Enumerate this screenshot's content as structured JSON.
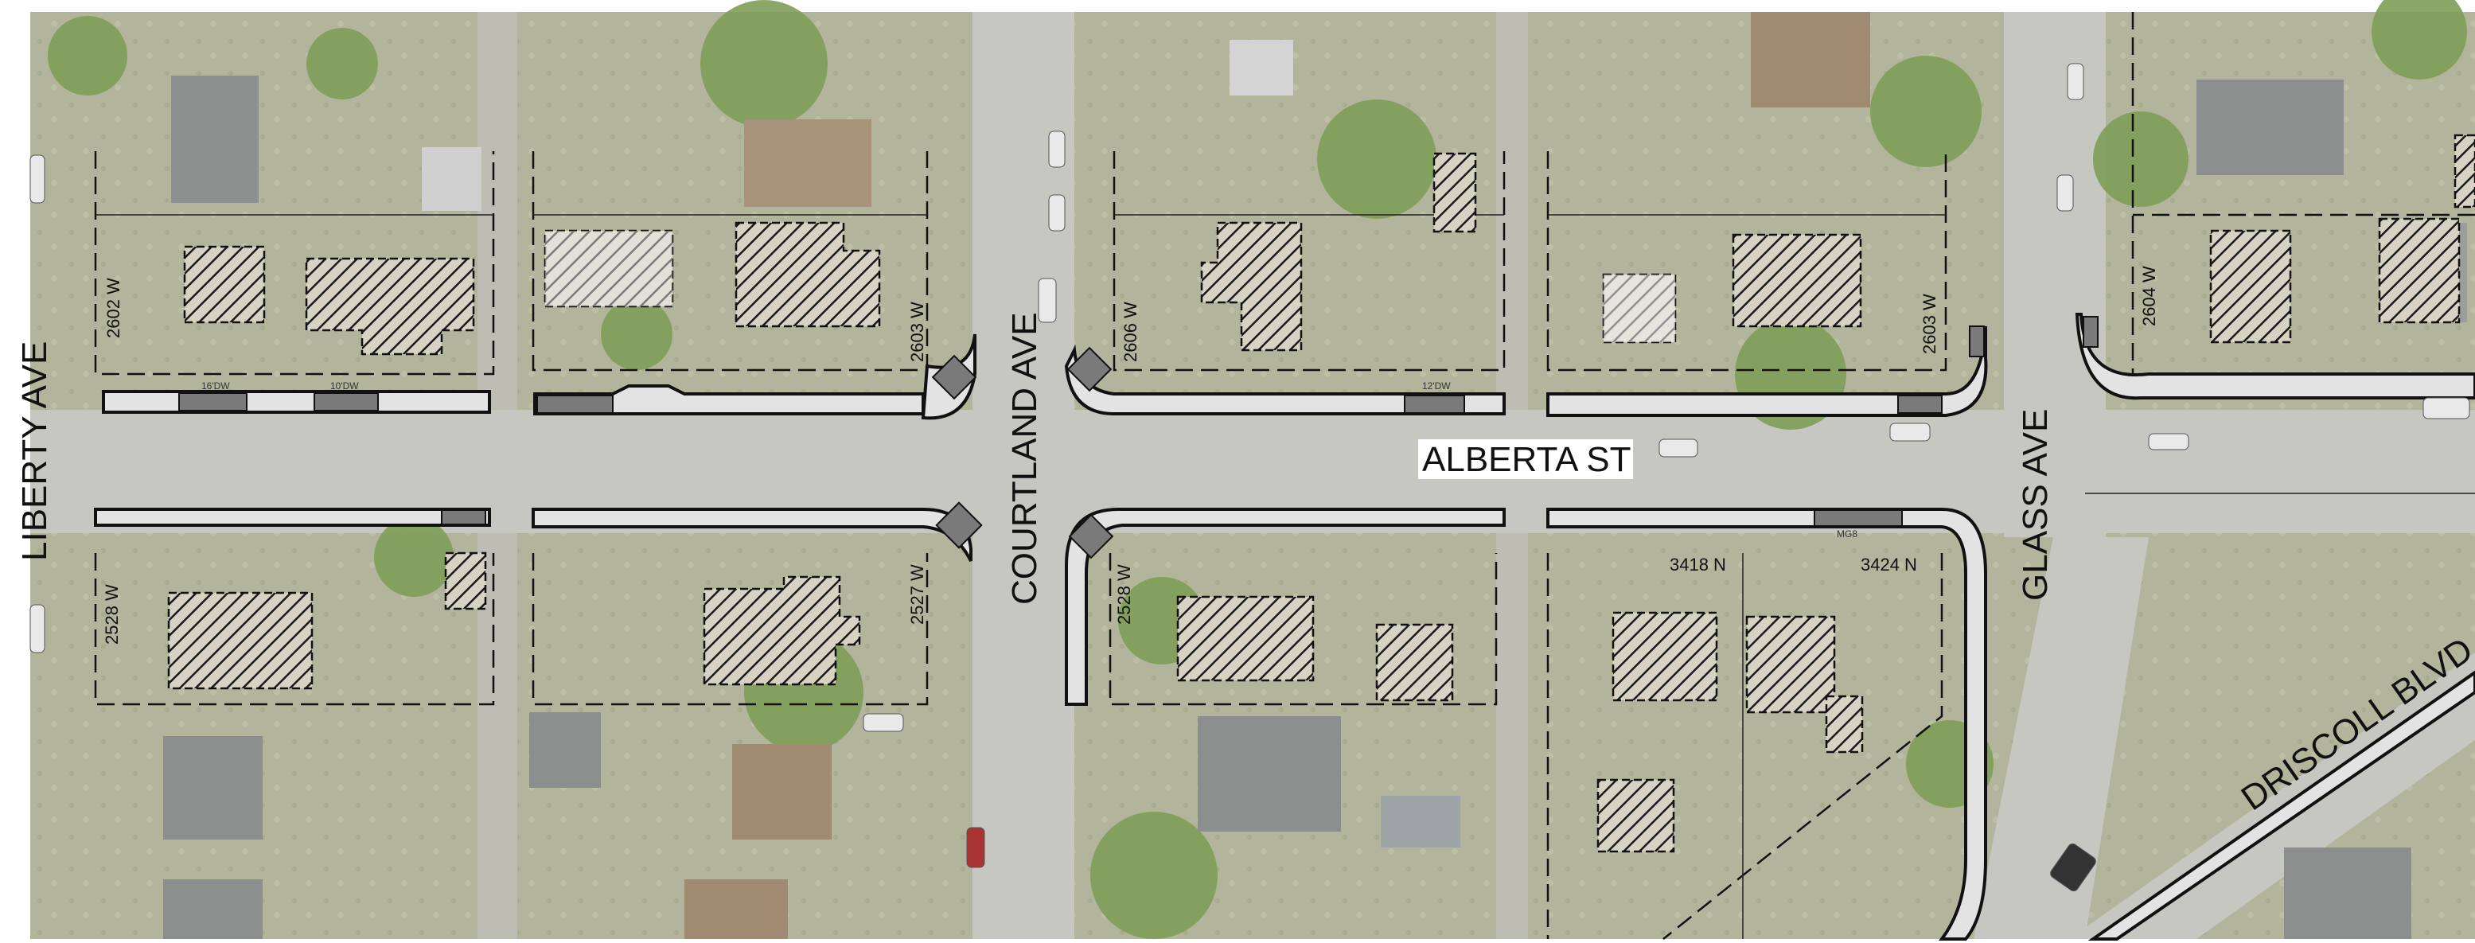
{
  "streets": {
    "liberty": "LIBERTY AVE",
    "courtland": "COURTLAND AVE",
    "alberta": "ALBERTA ST",
    "glass": "GLASS AVE",
    "driscoll": "DRISCOLL BLVD"
  },
  "addresses": {
    "a2602w": "2602 W",
    "a2603w_left": "2603 W",
    "a2606w": "2606 W",
    "a2603w_right": "2603 W",
    "a2604w": "2604 W",
    "a2528w_left": "2528 W",
    "a2527w": "2527 W",
    "a2528w_mid": "2528 W",
    "a3418n": "3418 N",
    "a3424n": "3424 N"
  },
  "ramp_labels": {
    "dw16": "16'DW",
    "dw10": "10'DW",
    "dw12": "12'DW",
    "mgr": "MG8"
  },
  "colors": {
    "aerial_base": "#b7b9a9",
    "road": "#c9c9c2",
    "tree": "#7f9f5c",
    "roof_gray": "#8c8e8d",
    "roof_brown": "#a08a72",
    "sidewalk": "#e4e4e4"
  }
}
